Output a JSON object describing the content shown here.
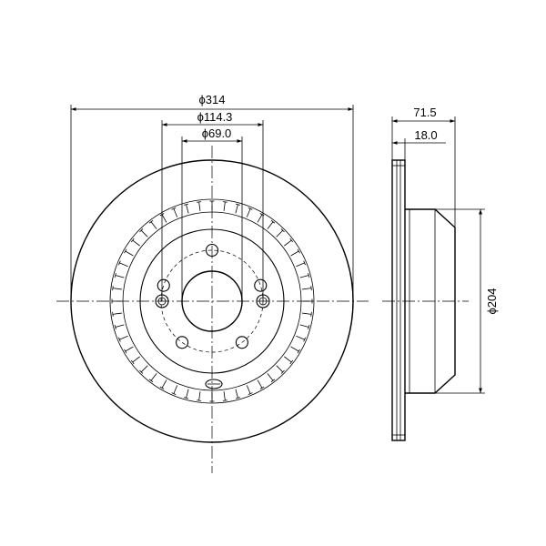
{
  "dimensions": {
    "outer_diameter": "ϕ314",
    "bolt_circle": "ϕ114.3",
    "center_bore": "ϕ69.0",
    "total_height": "71.5",
    "disc_thickness": "18.0",
    "hat_diameter": "ϕ204"
  },
  "features": {
    "bolt_holes": 5,
    "vent_slots": 48
  }
}
